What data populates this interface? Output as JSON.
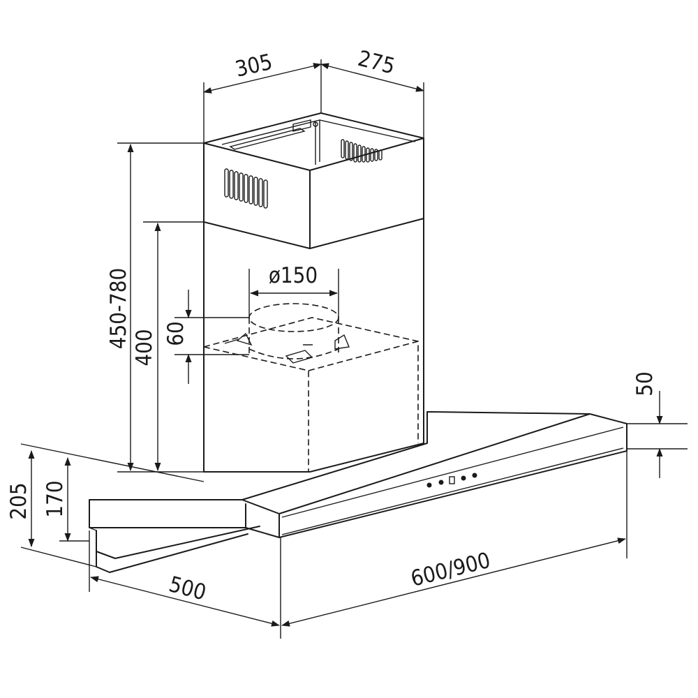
{
  "dimensions": {
    "chimney_width": "305",
    "chimney_depth": "275",
    "total_height": "450-780",
    "lower_chimney_height": "400",
    "duct_diameter": "ø150",
    "flange_height": "60",
    "visor_thickness": "50",
    "front_height": "205",
    "side_height": "170",
    "hood_depth": "500",
    "hood_width": "600/900"
  },
  "colors": {
    "line": "#1a1a1a",
    "background": "#ffffff"
  },
  "control_panel": {
    "buttons": 5
  }
}
